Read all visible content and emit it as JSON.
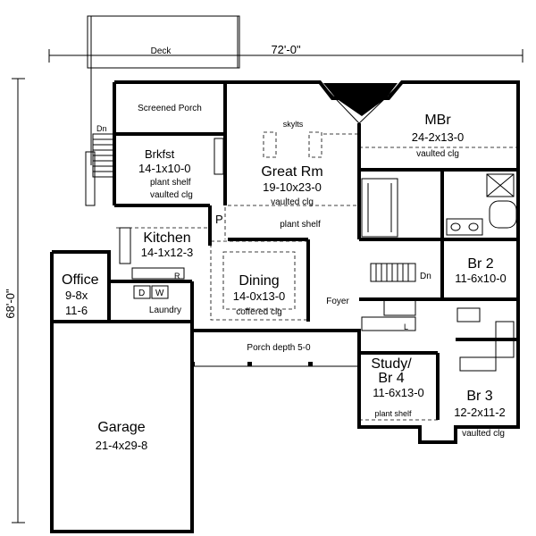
{
  "dimensions": {
    "width": "72'-0\"",
    "depth": "68'-0\""
  },
  "rooms": {
    "deck": "Deck",
    "screened_porch": "Screened Porch",
    "brkfst": {
      "name": "Brkfst",
      "size": "14-1x10-0",
      "note1": "plant shelf",
      "note2": "vaulted clg"
    },
    "great_rm": {
      "name": "Great Rm",
      "size": "19-10x23-0",
      "note": "vaulted clg",
      "skylts": "skylts"
    },
    "mbr": {
      "name": "MBr",
      "size": "24-2x13-0",
      "note": "vaulted clg"
    },
    "plant_shelf_mid": "plant shelf",
    "kitchen": {
      "name": "Kitchen",
      "size": "14-1x12-3"
    },
    "pantry": "P",
    "dining": {
      "name": "Dining",
      "size": "14-0x13-0",
      "note": "coffered clg"
    },
    "office": {
      "name": "Office",
      "size1": "9-8x",
      "size2": "11-6"
    },
    "laundry": {
      "name": "Laundry",
      "dw": "D",
      "w": "W",
      "r": "R"
    },
    "foyer": "Foyer",
    "porch": "Porch depth 5-0",
    "br2": {
      "name": "Br 2",
      "size": "11-6x10-0"
    },
    "study": {
      "name1": "Study/",
      "name2": "Br 4",
      "size": "11-6x13-0",
      "note": "plant shelf"
    },
    "br3": {
      "name": "Br 3",
      "size": "12-2x11-2",
      "note": "vaulted clg"
    },
    "garage": {
      "name": "Garage",
      "size": "21-4x29-8"
    },
    "linen": "L",
    "stair_dn": "Dn",
    "deck_dn": "Dn"
  }
}
